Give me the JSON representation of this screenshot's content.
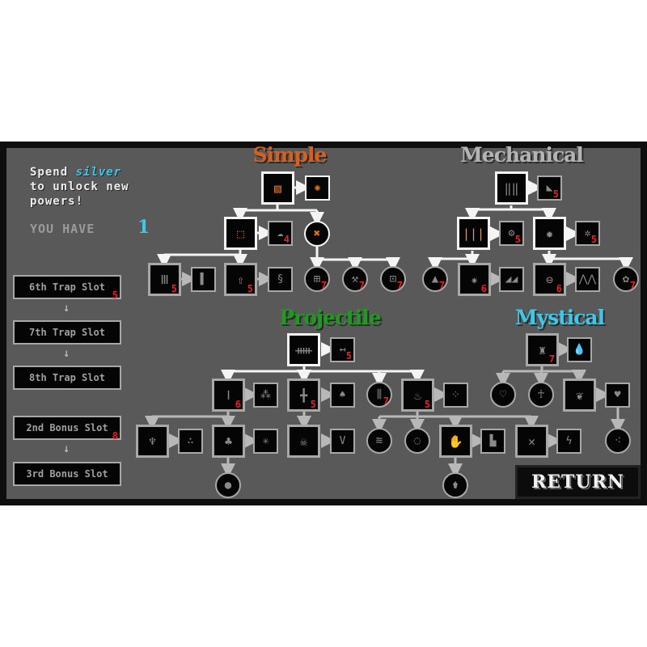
{
  "intro": {
    "line1_pre": "Spend ",
    "line1_hl": "silver",
    "line2": "to unlock new",
    "line3": "powers!"
  },
  "currency": {
    "label": "YOU HAVE",
    "value": "1"
  },
  "colors": {
    "simple": "#d8601c",
    "mechanical": "#b4b4b4",
    "projectile": "#1e9a1e",
    "mystical": "#3ec7e8",
    "cost": "#ee2020"
  },
  "slots": [
    {
      "label": "6th Trap Slot",
      "cost": "5"
    },
    {
      "label": "7th Trap Slot",
      "cost": ""
    },
    {
      "label": "8th Trap Slot",
      "cost": ""
    },
    {
      "label": "2nd Bonus Slot",
      "cost": "8"
    },
    {
      "label": "3rd Bonus Slot",
      "cost": ""
    }
  ],
  "trees": {
    "simple": {
      "title": "Simple",
      "nodes": [
        {
          "icon": "crate-trap",
          "glyph": "▧",
          "state": "owned",
          "tint": "orange"
        },
        {
          "icon": "mine",
          "glyph": "✺",
          "state": "owned",
          "tint": "orange"
        },
        {
          "icon": "frame-trap",
          "glyph": "⬚",
          "state": "owned",
          "tint": "orange"
        },
        {
          "icon": "cloud",
          "glyph": "☁",
          "cost": "4"
        },
        {
          "icon": "crossed-tools",
          "glyph": "✖",
          "state": "owned",
          "tint": "orange"
        },
        {
          "icon": "pillars",
          "glyph": "Ⅲ",
          "cost": "5"
        },
        {
          "icon": "spike-wall",
          "glyph": "▌"
        },
        {
          "icon": "arrow-box",
          "glyph": "⇧",
          "cost": "5"
        },
        {
          "icon": "coil",
          "glyph": "§"
        },
        {
          "icon": "grid-trap",
          "glyph": "⊞",
          "cost": "7"
        },
        {
          "icon": "hammer",
          "glyph": "⚒",
          "cost": "7"
        },
        {
          "icon": "chip",
          "glyph": "⊡",
          "cost": "7"
        }
      ]
    },
    "mechanical": {
      "title": "Mechanical",
      "nodes": [
        {
          "icon": "spikes",
          "glyph": "‖‖",
          "state": "owned"
        },
        {
          "icon": "blade",
          "glyph": "◣",
          "cost": "5"
        },
        {
          "icon": "pipes",
          "glyph": "|||",
          "state": "owned",
          "tint": "pipes"
        },
        {
          "icon": "gear",
          "glyph": "⚙",
          "cost": "5"
        },
        {
          "icon": "flame-burner",
          "glyph": "✹",
          "state": "owned"
        },
        {
          "icon": "gear-blob",
          "glyph": "✲",
          "cost": "5"
        },
        {
          "icon": "tree",
          "glyph": "▲",
          "cost": "7"
        },
        {
          "icon": "sawblade",
          "glyph": "✷",
          "cost": "6"
        },
        {
          "icon": "saw-teeth",
          "glyph": "◢◢"
        },
        {
          "icon": "disc",
          "glyph": "⊖",
          "cost": "6"
        },
        {
          "icon": "zigzag",
          "glyph": "⋀⋀"
        },
        {
          "icon": "splatter",
          "glyph": "✿",
          "cost": "7"
        }
      ]
    },
    "projectile": {
      "title": "Projectile",
      "nodes": [
        {
          "icon": "turret",
          "glyph": "ᚔ",
          "state": "owned"
        },
        {
          "icon": "dart",
          "glyph": "↤",
          "cost": "5"
        },
        {
          "icon": "needle",
          "glyph": "ǀ",
          "cost": "6"
        },
        {
          "icon": "grid",
          "glyph": "⁂"
        },
        {
          "icon": "cross-turret",
          "glyph": "╋",
          "cost": "5"
        },
        {
          "icon": "rocket",
          "glyph": "♠"
        },
        {
          "icon": "multi-turret",
          "glyph": "⫼",
          "cost": "7"
        },
        {
          "icon": "flame",
          "glyph": "♨",
          "cost": "5"
        },
        {
          "icon": "spray",
          "glyph": "⁘"
        },
        {
          "icon": "vase",
          "glyph": "♆"
        },
        {
          "icon": "bubbles",
          "glyph": "∴"
        },
        {
          "icon": "bomb",
          "glyph": "♣"
        },
        {
          "icon": "burst",
          "glyph": "✳"
        },
        {
          "icon": "skull",
          "glyph": "☠"
        },
        {
          "icon": "v-blade",
          "glyph": "V"
        },
        {
          "icon": "wave",
          "glyph": "≋"
        },
        {
          "icon": "ring",
          "glyph": "◌"
        },
        {
          "icon": "fire-hand",
          "glyph": "✋"
        },
        {
          "icon": "boots",
          "glyph": "▙"
        },
        {
          "icon": "cross-bones",
          "glyph": "✕"
        },
        {
          "icon": "crack",
          "glyph": "ϟ"
        },
        {
          "icon": "bomb-pot",
          "glyph": "●"
        },
        {
          "icon": "urn",
          "glyph": "⚱"
        }
      ]
    },
    "mystical": {
      "title": "Mystical",
      "nodes": [
        {
          "icon": "totem",
          "glyph": "♜",
          "cost": "7"
        },
        {
          "icon": "drop",
          "glyph": "💧"
        },
        {
          "icon": "heart-shield",
          "glyph": "♡"
        },
        {
          "icon": "ankh",
          "glyph": "☥"
        },
        {
          "icon": "vine",
          "glyph": "❦"
        },
        {
          "icon": "hearts",
          "glyph": "♥"
        },
        {
          "icon": "sparkles",
          "glyph": "⁖"
        }
      ]
    }
  },
  "return_label": "RETURN"
}
